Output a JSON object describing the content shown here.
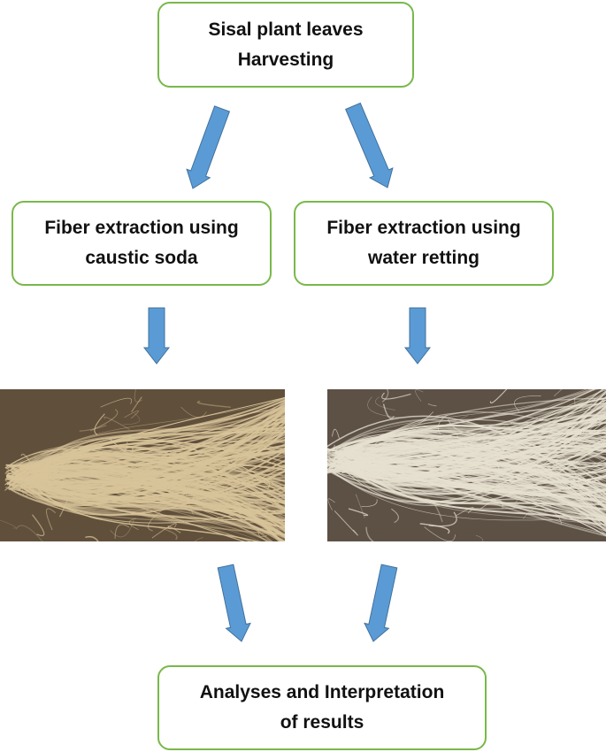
{
  "boxes": {
    "harvest": {
      "line1": "Sisal plant leaves",
      "line2": "Harvesting"
    },
    "caustic": {
      "line1": "Fiber extraction using",
      "line2": "caustic soda"
    },
    "water": {
      "line1": "Fiber extraction using",
      "line2": "water retting"
    },
    "results": {
      "line1": "Analyses and Interpretation",
      "line2": "of results"
    }
  },
  "colors": {
    "box_border": "#79b84a",
    "arrow_fill": "#5b9bd5",
    "arrow_stroke": "#41719c",
    "fiber_caustic_bg": "#6e5a44",
    "fiber_caustic_strand": "#d8c49a",
    "fiber_water_bg": "#6a5d50",
    "fiber_water_strand": "#e6e0d0"
  },
  "photos": {
    "caustic": "caustic-soda-fiber-photo",
    "water": "water-retting-fiber-photo"
  }
}
